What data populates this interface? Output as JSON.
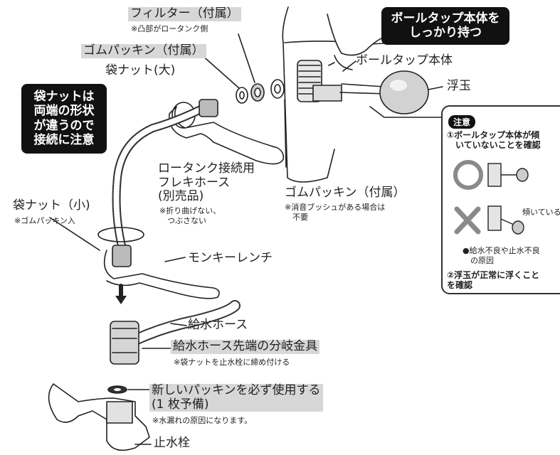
{
  "labels": {
    "filter": "フィルター（付属）",
    "filter_note": "※凸部がロータンク側",
    "gom_top": "ゴムパッキン（付属）",
    "bag_nut_large": "袋ナット(大)",
    "hold_bubble": "ボールタップ本体を\nしっかり持つ",
    "ball_tap_body": "ボールタップ本体",
    "float": "浮玉",
    "nut_bubble": "袋ナットは\n両端の形状\nが違うので\n接続に注意",
    "flex_hose": "ロータンク接続用\nフレキホース\n(別売品)",
    "flex_note": "※折り曲げない、\n　つぶさない",
    "gom_mid": "ゴムパッキン（付属）",
    "gom_mid_note": "※消音ブッシュがある場合は\n　不要",
    "bag_nut_small": "袋ナット（小)",
    "bag_nut_small_note": "※ゴムパッキン入",
    "monkey_wrench": "モンキーレンチ",
    "supply_hose": "給水ホース",
    "branch_fitting": "給水ホース先端の分岐金具",
    "branch_note": "※袋ナットを止水栓に締め付ける",
    "new_packing": "新しいパッキンを必ず使用する\n(1 枚予備)",
    "packing_note": "※水漏れの原因になります。",
    "stop_valve": "止水栓"
  },
  "caution": {
    "badge": "注意",
    "item1": "①ボールタップ本体が傾\n　いていないことを確認",
    "tilted": "傾いている",
    "bullet": "●給水不良や止水不良\n　の原因",
    "item2": "②浮玉が正常に浮くこと\nを確認"
  },
  "colors": {
    "line": "#222222",
    "highlight": "#d7d7d7",
    "bubble": "#111111",
    "circle_ok": "#8a8a8a",
    "cross_ng": "#8a8a8a"
  }
}
